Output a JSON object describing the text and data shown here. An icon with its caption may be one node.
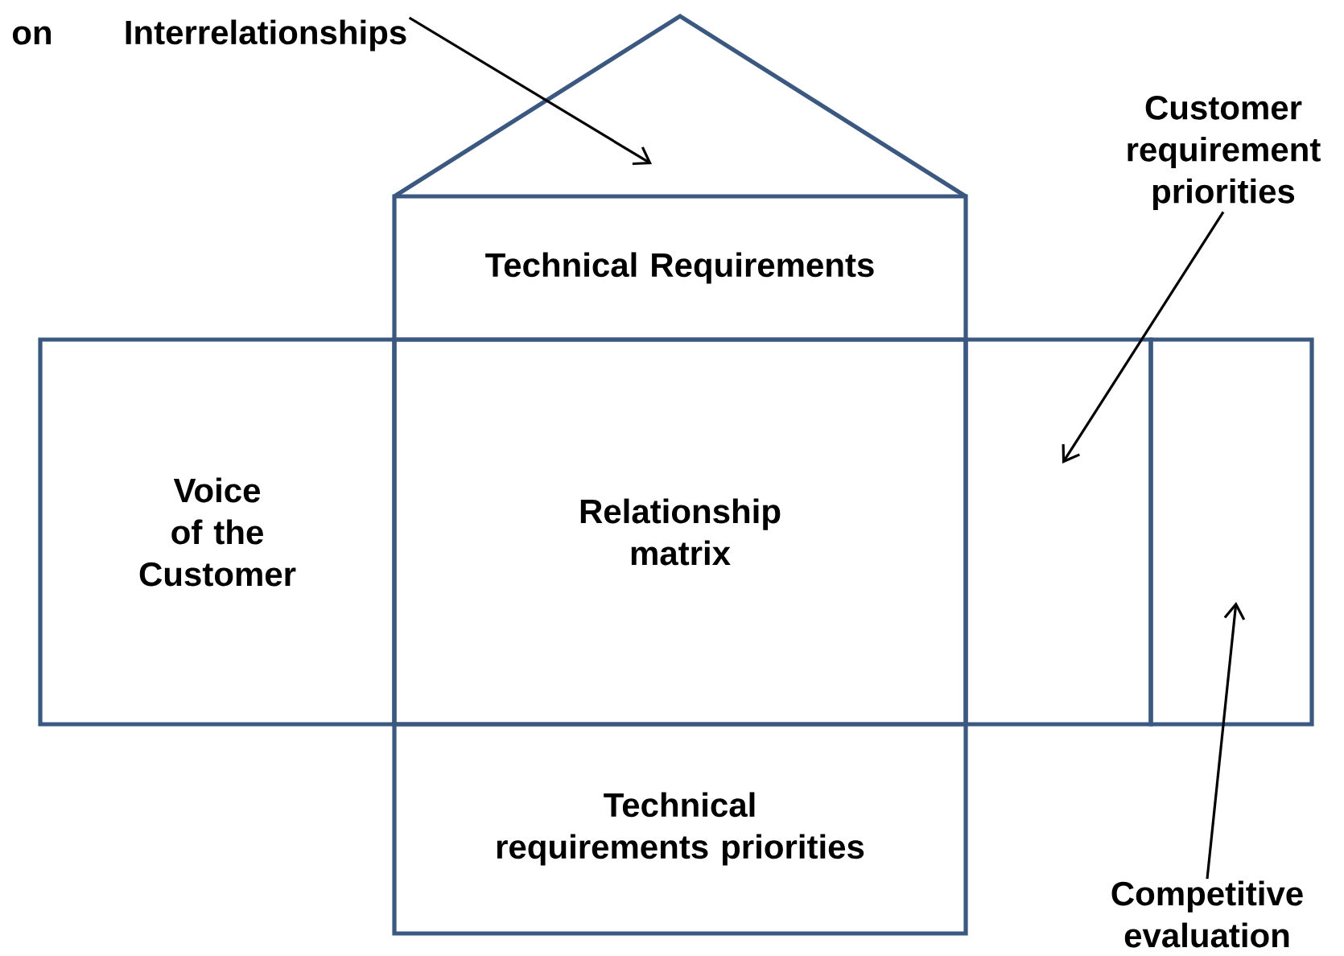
{
  "diagram": {
    "nodes": [
      {
        "text": [],
        "shape": "triangle"
      },
      {
        "text": [
          "Interrelationships"
        ]
      },
      {
        "text": [
          "Technical Requirements"
        ]
      },
      {
        "text": [
          "Voice of the Customer"
        ]
      },
      {
        "text": [
          "Relationship matrix"
        ]
      },
      {
        "text": [],
        "shape": "box"
      },
      {
        "text": [],
        "shape": "box"
      },
      {
        "text": [
          "Technical requirements priorities"
        ]
      },
      {
        "text": [
          "Customer requirement priorities"
        ]
      },
      {
        "text": [
          "Competitive evaluation"
        ]
      }
    ],
    "edges": [
      {
        "from": 1,
        "to": 0,
        "arrow": "to"
      },
      {
        "from": 8,
        "to": 5,
        "arrow": "to"
      },
      {
        "from": 9,
        "to": 6,
        "arrow": "to"
      }
    ],
    "labels": [
      "on"
    ]
  }
}
